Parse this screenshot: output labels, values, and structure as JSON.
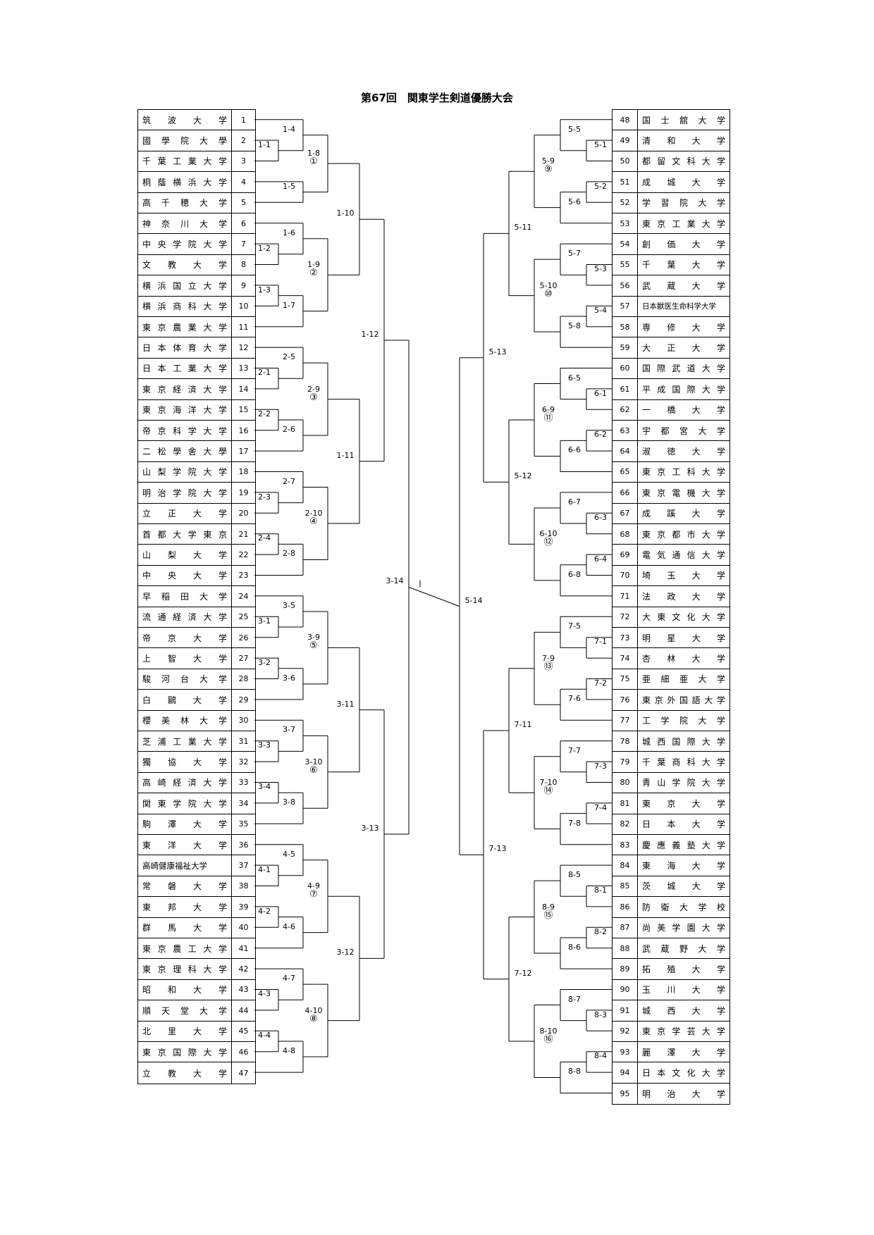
{
  "title": "第67回　関東学生剣道優勝大会",
  "left_teams": [
    {
      "no": "1",
      "name": "筑波大学"
    },
    {
      "no": "2",
      "name": "國學院大學"
    },
    {
      "no": "3",
      "name": "千葉工業大学"
    },
    {
      "no": "4",
      "name": "桐蔭横浜大学"
    },
    {
      "no": "5",
      "name": "高千穂大学"
    },
    {
      "no": "6",
      "name": "神奈川大学"
    },
    {
      "no": "7",
      "name": "中央学院大学"
    },
    {
      "no": "8",
      "name": "文教大学"
    },
    {
      "no": "9",
      "name": "横浜国立大学"
    },
    {
      "no": "10",
      "name": "横浜商科大学"
    },
    {
      "no": "11",
      "name": "東京農業大学"
    },
    {
      "no": "12",
      "name": "日本体育大学"
    },
    {
      "no": "13",
      "name": "日本工業大学"
    },
    {
      "no": "14",
      "name": "東京経済大学"
    },
    {
      "no": "15",
      "name": "東京海洋大学"
    },
    {
      "no": "16",
      "name": "帝京科学大学"
    },
    {
      "no": "17",
      "name": "二松學舍大學"
    },
    {
      "no": "18",
      "name": "山梨学院大学"
    },
    {
      "no": "19",
      "name": "明治学院大学"
    },
    {
      "no": "20",
      "name": "立正大学"
    },
    {
      "no": "21",
      "name": "首都大学東京"
    },
    {
      "no": "22",
      "name": "山梨大学"
    },
    {
      "no": "23",
      "name": "中央大学"
    },
    {
      "no": "24",
      "name": "早稲田大学"
    },
    {
      "no": "25",
      "name": "流通経済大学"
    },
    {
      "no": "26",
      "name": "帝京大学"
    },
    {
      "no": "27",
      "name": "上智大学"
    },
    {
      "no": "28",
      "name": "駿河台大学"
    },
    {
      "no": "29",
      "name": "白鷗大学"
    },
    {
      "no": "30",
      "name": "櫻美林大学"
    },
    {
      "no": "31",
      "name": "芝浦工業大学"
    },
    {
      "no": "32",
      "name": "獨協大学"
    },
    {
      "no": "33",
      "name": "高崎経済大学"
    },
    {
      "no": "34",
      "name": "関東学院大学"
    },
    {
      "no": "35",
      "name": "駒澤大学"
    },
    {
      "no": "36",
      "name": "東洋大学"
    },
    {
      "no": "37",
      "name": "高崎健康福祉大学"
    },
    {
      "no": "38",
      "name": "常磐大学"
    },
    {
      "no": "39",
      "name": "東邦大学"
    },
    {
      "no": "40",
      "name": "群馬大学"
    },
    {
      "no": "41",
      "name": "東京農工大学"
    },
    {
      "no": "42",
      "name": "東京理科大学"
    },
    {
      "no": "43",
      "name": "昭和大学"
    },
    {
      "no": "44",
      "name": "順天堂大学"
    },
    {
      "no": "45",
      "name": "北里大学"
    },
    {
      "no": "46",
      "name": "東京国際大学"
    },
    {
      "no": "47",
      "name": "立教大学"
    }
  ],
  "right_teams": [
    {
      "no": "48",
      "name": "国士舘大学"
    },
    {
      "no": "49",
      "name": "清和大学"
    },
    {
      "no": "50",
      "name": "都留文科大学"
    },
    {
      "no": "51",
      "name": "成城大学"
    },
    {
      "no": "52",
      "name": "学習院大学"
    },
    {
      "no": "53",
      "name": "東京工業大学"
    },
    {
      "no": "54",
      "name": "創価大学"
    },
    {
      "no": "55",
      "name": "千葉大学"
    },
    {
      "no": "56",
      "name": "武蔵大学"
    },
    {
      "no": "57",
      "name": "日本獣医生命科学大学"
    },
    {
      "no": "58",
      "name": "専修大学"
    },
    {
      "no": "59",
      "name": "大正大学"
    },
    {
      "no": "60",
      "name": "国際武道大学"
    },
    {
      "no": "61",
      "name": "平成国際大学"
    },
    {
      "no": "62",
      "name": "一橋大学"
    },
    {
      "no": "63",
      "name": "宇都宮大学"
    },
    {
      "no": "64",
      "name": "淑徳大学"
    },
    {
      "no": "65",
      "name": "東京工科大学"
    },
    {
      "no": "66",
      "name": "東京電機大学"
    },
    {
      "no": "67",
      "name": "成蹊大学"
    },
    {
      "no": "68",
      "name": "東京都市大学"
    },
    {
      "no": "69",
      "name": "電気通信大学"
    },
    {
      "no": "70",
      "name": "埼玉大学"
    },
    {
      "no": "71",
      "name": "法政大学"
    },
    {
      "no": "72",
      "name": "大東文化大学"
    },
    {
      "no": "73",
      "name": "明星大学"
    },
    {
      "no": "74",
      "name": "杏林大学"
    },
    {
      "no": "75",
      "name": "亜細亜大学"
    },
    {
      "no": "76",
      "name": "東京外国語大学"
    },
    {
      "no": "77",
      "name": "工学院大学"
    },
    {
      "no": "78",
      "name": "城西国際大学"
    },
    {
      "no": "79",
      "name": "千葉商科大学"
    },
    {
      "no": "80",
      "name": "青山学院大学"
    },
    {
      "no": "81",
      "name": "東京大学"
    },
    {
      "no": "82",
      "name": "日本大学"
    },
    {
      "no": "83",
      "name": "慶應義塾大学"
    },
    {
      "no": "84",
      "name": "東海大学"
    },
    {
      "no": "85",
      "name": "茨城大学"
    },
    {
      "no": "86",
      "name": "防衛大学校"
    },
    {
      "no": "87",
      "name": "尚美学園大学"
    },
    {
      "no": "88",
      "name": "武蔵野大学"
    },
    {
      "no": "89",
      "name": "拓殖大学"
    },
    {
      "no": "90",
      "name": "玉川大学"
    },
    {
      "no": "91",
      "name": "城西大学"
    },
    {
      "no": "92",
      "name": "東京学芸大学"
    },
    {
      "no": "93",
      "name": "麗澤大学"
    },
    {
      "no": "94",
      "name": "日本文化大学"
    },
    {
      "no": "95",
      "name": "明治大学"
    }
  ],
  "left_bracket": [
    {
      "id": "1-1",
      "a": [
        2
      ],
      "b": [
        3
      ],
      "level": 0
    },
    {
      "id": "1-4",
      "a": [
        1
      ],
      "b": [
        "1-1"
      ],
      "level": 1
    },
    {
      "id": "1-5",
      "a": [
        4
      ],
      "b": [
        5
      ],
      "level": 1
    },
    {
      "id": "1-8",
      "sub": "①",
      "a": [
        "1-4"
      ],
      "b": [
        "1-5"
      ],
      "level": 2
    },
    {
      "id": "1-2",
      "a": [
        7
      ],
      "b": [
        8
      ],
      "level": 0
    },
    {
      "id": "1-6",
      "a": [
        6
      ],
      "b": [
        "1-2"
      ],
      "level": 1
    },
    {
      "id": "1-3",
      "a": [
        9
      ],
      "b": [
        10
      ],
      "level": 0
    },
    {
      "id": "1-7",
      "a": [
        "1-3"
      ],
      "b": [
        11
      ],
      "level": 1
    },
    {
      "id": "1-9",
      "sub": "②",
      "a": [
        "1-6"
      ],
      "b": [
        "1-7"
      ],
      "level": 2
    },
    {
      "id": "1-10",
      "a": [
        "1-8"
      ],
      "b": [
        "1-9"
      ],
      "level": 3
    },
    {
      "id": "2-1",
      "a": [
        13
      ],
      "b": [
        14
      ],
      "level": 0
    },
    {
      "id": "2-5",
      "a": [
        12
      ],
      "b": [
        "2-1"
      ],
      "level": 1
    },
    {
      "id": "2-2",
      "a": [
        15
      ],
      "b": [
        16
      ],
      "level": 0
    },
    {
      "id": "2-6",
      "a": [
        "2-2"
      ],
      "b": [
        17
      ],
      "level": 1
    },
    {
      "id": "2-9",
      "sub": "③",
      "a": [
        "2-5"
      ],
      "b": [
        "2-6"
      ],
      "level": 2
    },
    {
      "id": "2-3",
      "a": [
        19
      ],
      "b": [
        20
      ],
      "level": 0
    },
    {
      "id": "2-7",
      "a": [
        18
      ],
      "b": [
        "2-3"
      ],
      "level": 1
    },
    {
      "id": "2-4",
      "a": [
        21
      ],
      "b": [
        22
      ],
      "level": 0
    },
    {
      "id": "2-8",
      "a": [
        "2-4"
      ],
      "b": [
        23
      ],
      "level": 1
    },
    {
      "id": "2-10",
      "sub": "④",
      "a": [
        "2-7"
      ],
      "b": [
        "2-8"
      ],
      "level": 2
    },
    {
      "id": "1-11",
      "a": [
        "2-9"
      ],
      "b": [
        "2-10"
      ],
      "level": 3
    },
    {
      "id": "1-12",
      "a": [
        "1-10"
      ],
      "b": [
        "1-11"
      ],
      "level": 4
    },
    {
      "id": "3-1",
      "a": [
        25
      ],
      "b": [
        26
      ],
      "level": 0
    },
    {
      "id": "3-5",
      "a": [
        24
      ],
      "b": [
        "3-1"
      ],
      "level": 1
    },
    {
      "id": "3-2",
      "a": [
        27
      ],
      "b": [
        28
      ],
      "level": 0
    },
    {
      "id": "3-6",
      "a": [
        "3-2"
      ],
      "b": [
        29
      ],
      "level": 1
    },
    {
      "id": "3-9",
      "sub": "⑤",
      "a": [
        "3-5"
      ],
      "b": [
        "3-6"
      ],
      "level": 2
    },
    {
      "id": "3-3",
      "a": [
        31
      ],
      "b": [
        32
      ],
      "level": 0
    },
    {
      "id": "3-7",
      "a": [
        30
      ],
      "b": [
        "3-3"
      ],
      "level": 1
    },
    {
      "id": "3-4",
      "a": [
        33
      ],
      "b": [
        34
      ],
      "level": 0
    },
    {
      "id": "3-8",
      "a": [
        "3-4"
      ],
      "b": [
        35
      ],
      "level": 1
    },
    {
      "id": "3-10",
      "sub": "⑥",
      "a": [
        "3-7"
      ],
      "b": [
        "3-8"
      ],
      "level": 2
    },
    {
      "id": "3-11",
      "a": [
        "3-9"
      ],
      "b": [
        "3-10"
      ],
      "level": 3
    },
    {
      "id": "4-1",
      "a": [
        37
      ],
      "b": [
        38
      ],
      "level": 0
    },
    {
      "id": "4-5",
      "a": [
        36
      ],
      "b": [
        "4-1"
      ],
      "level": 1
    },
    {
      "id": "4-2",
      "a": [
        39
      ],
      "b": [
        40
      ],
      "level": 0
    },
    {
      "id": "4-6",
      "a": [
        "4-2"
      ],
      "b": [
        41
      ],
      "level": 1
    },
    {
      "id": "4-9",
      "sub": "⑦",
      "a": [
        "4-5"
      ],
      "b": [
        "4-6"
      ],
      "level": 2
    },
    {
      "id": "4-3",
      "a": [
        43
      ],
      "b": [
        44
      ],
      "level": 0
    },
    {
      "id": "4-7",
      "a": [
        42
      ],
      "b": [
        "4-3"
      ],
      "level": 1
    },
    {
      "id": "4-4",
      "a": [
        45
      ],
      "b": [
        46
      ],
      "level": 0
    },
    {
      "id": "4-8",
      "a": [
        "4-4"
      ],
      "b": [
        47
      ],
      "level": 1
    },
    {
      "id": "4-10",
      "sub": "⑧",
      "a": [
        "4-7"
      ],
      "b": [
        "4-8"
      ],
      "level": 2
    },
    {
      "id": "3-12",
      "a": [
        "4-9"
      ],
      "b": [
        "4-10"
      ],
      "level": 3
    },
    {
      "id": "3-13",
      "a": [
        "3-11"
      ],
      "b": [
        "3-12"
      ],
      "level": 4
    },
    {
      "id": "3-14",
      "a": [
        "1-12"
      ],
      "b": [
        "3-13"
      ],
      "level": 5
    }
  ],
  "right_bracket": [
    {
      "id": "5-1",
      "a": [
        49
      ],
      "b": [
        50
      ],
      "level": 0
    },
    {
      "id": "5-5",
      "a": [
        48
      ],
      "b": [
        "5-1"
      ],
      "level": 1
    },
    {
      "id": "5-2",
      "a": [
        51
      ],
      "b": [
        52
      ],
      "level": 0
    },
    {
      "id": "5-6",
      "a": [
        "5-2"
      ],
      "b": [
        53
      ],
      "level": 1
    },
    {
      "id": "5-9",
      "sub": "⑨",
      "a": [
        "5-5"
      ],
      "b": [
        "5-6"
      ],
      "level": 2
    },
    {
      "id": "5-3",
      "a": [
        55
      ],
      "b": [
        56
      ],
      "level": 0
    },
    {
      "id": "5-7",
      "a": [
        54
      ],
      "b": [
        "5-3"
      ],
      "level": 1
    },
    {
      "id": "5-4",
      "a": [
        57
      ],
      "b": [
        58
      ],
      "level": 0
    },
    {
      "id": "5-8",
      "a": [
        "5-4"
      ],
      "b": [
        59
      ],
      "level": 1
    },
    {
      "id": "5-10",
      "sub": "⑩",
      "a": [
        "5-7"
      ],
      "b": [
        "5-8"
      ],
      "level": 2
    },
    {
      "id": "5-11",
      "a": [
        "5-9"
      ],
      "b": [
        "5-10"
      ],
      "level": 3
    },
    {
      "id": "6-1",
      "a": [
        61
      ],
      "b": [
        62
      ],
      "level": 0
    },
    {
      "id": "6-5",
      "a": [
        60
      ],
      "b": [
        "6-1"
      ],
      "level": 1
    },
    {
      "id": "6-2",
      "a": [
        63
      ],
      "b": [
        64
      ],
      "level": 0
    },
    {
      "id": "6-6",
      "a": [
        "6-2"
      ],
      "b": [
        65
      ],
      "level": 1
    },
    {
      "id": "6-9",
      "sub": "⑪",
      "a": [
        "6-5"
      ],
      "b": [
        "6-6"
      ],
      "level": 2
    },
    {
      "id": "6-3",
      "a": [
        67
      ],
      "b": [
        68
      ],
      "level": 0
    },
    {
      "id": "6-7",
      "a": [
        66
      ],
      "b": [
        "6-3"
      ],
      "level": 1
    },
    {
      "id": "6-4",
      "a": [
        69
      ],
      "b": [
        70
      ],
      "level": 0
    },
    {
      "id": "6-8",
      "a": [
        "6-4"
      ],
      "b": [
        71
      ],
      "level": 1
    },
    {
      "id": "6-10",
      "sub": "⑫",
      "a": [
        "6-7"
      ],
      "b": [
        "6-8"
      ],
      "level": 2
    },
    {
      "id": "5-12",
      "a": [
        "6-9"
      ],
      "b": [
        "6-10"
      ],
      "level": 3
    },
    {
      "id": "5-13",
      "a": [
        "5-11"
      ],
      "b": [
        "5-12"
      ],
      "level": 4
    },
    {
      "id": "7-1",
      "a": [
        73
      ],
      "b": [
        74
      ],
      "level": 0
    },
    {
      "id": "7-5",
      "a": [
        72
      ],
      "b": [
        "7-1"
      ],
      "level": 1
    },
    {
      "id": "7-2",
      "a": [
        75
      ],
      "b": [
        76
      ],
      "level": 0
    },
    {
      "id": "7-6",
      "a": [
        "7-2"
      ],
      "b": [
        77
      ],
      "level": 1
    },
    {
      "id": "7-9",
      "sub": "⑬",
      "a": [
        "7-5"
      ],
      "b": [
        "7-6"
      ],
      "level": 2
    },
    {
      "id": "7-3",
      "a": [
        79
      ],
      "b": [
        80
      ],
      "level": 0
    },
    {
      "id": "7-7",
      "a": [
        78
      ],
      "b": [
        "7-3"
      ],
      "level": 1
    },
    {
      "id": "7-4",
      "a": [
        81
      ],
      "b": [
        82
      ],
      "level": 0
    },
    {
      "id": "7-8",
      "a": [
        "7-4"
      ],
      "b": [
        83
      ],
      "level": 1
    },
    {
      "id": "7-10",
      "sub": "⑭",
      "a": [
        "7-7"
      ],
      "b": [
        "7-8"
      ],
      "level": 2
    },
    {
      "id": "7-11",
      "a": [
        "7-9"
      ],
      "b": [
        "7-10"
      ],
      "level": 3
    },
    {
      "id": "8-1",
      "a": [
        85
      ],
      "b": [
        86
      ],
      "level": 0
    },
    {
      "id": "8-5",
      "a": [
        84
      ],
      "b": [
        "8-1"
      ],
      "level": 1
    },
    {
      "id": "8-2",
      "a": [
        87
      ],
      "b": [
        88
      ],
      "level": 0
    },
    {
      "id": "8-6",
      "a": [
        "8-2"
      ],
      "b": [
        89
      ],
      "level": 1
    },
    {
      "id": "8-9",
      "sub": "⑮",
      "a": [
        "8-5"
      ],
      "b": [
        "8-6"
      ],
      "level": 2
    },
    {
      "id": "8-3",
      "a": [
        91
      ],
      "b": [
        92
      ],
      "level": 0
    },
    {
      "id": "8-7",
      "a": [
        90
      ],
      "b": [
        "8-3"
      ],
      "level": 1
    },
    {
      "id": "8-4",
      "a": [
        93
      ],
      "b": [
        94
      ],
      "level": 0
    },
    {
      "id": "8-8",
      "a": [
        "8-4"
      ],
      "b": [
        95
      ],
      "level": 1
    },
    {
      "id": "8-10",
      "sub": "⑯",
      "a": [
        "8-7"
      ],
      "b": [
        "8-8"
      ],
      "level": 2
    },
    {
      "id": "7-12",
      "a": [
        "8-9"
      ],
      "b": [
        "8-10"
      ],
      "level": 3
    },
    {
      "id": "7-13",
      "a": [
        "7-11"
      ],
      "b": [
        "7-12"
      ],
      "level": 4
    },
    {
      "id": "5-14",
      "a": [
        "5-13"
      ],
      "b": [
        "7-13"
      ],
      "level": 5
    }
  ]
}
